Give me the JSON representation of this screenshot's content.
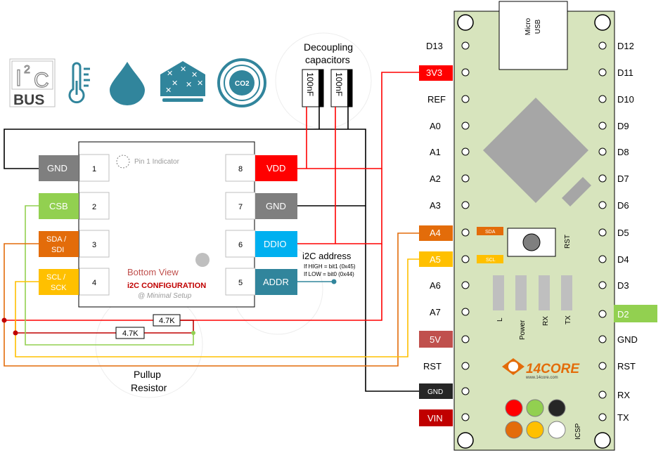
{
  "icons": {
    "i2c_logo": {
      "top": "I",
      "sup": "2",
      "mid": "C",
      "bottom": "BUS"
    },
    "co2_label": "CO2",
    "names": [
      "i2c-bus-icon",
      "thermometer-icon",
      "humidity-drop-icon",
      "air-quality-house-icon",
      "co2-icon"
    ]
  },
  "capacitors": {
    "title_line1": "Decoupling",
    "title_line2": "capacitors",
    "values": [
      "100nF",
      "100nF"
    ]
  },
  "sensor": {
    "pins_left": [
      {
        "num": "1",
        "label": "GND",
        "color": "#7f7f7f"
      },
      {
        "num": "2",
        "label": "CSB",
        "color": "#92d050"
      },
      {
        "num": "3",
        "label_line1": "SDA  /",
        "label_line2": "SDI",
        "color": "#e36c0a"
      },
      {
        "num": "4",
        "label_line1": "SCL  /",
        "label_line2": "SCK",
        "color": "#ffc000"
      }
    ],
    "pins_right": [
      {
        "num": "8",
        "label": "VDD",
        "color": "#ff0000"
      },
      {
        "num": "7",
        "label": "GND",
        "color": "#7f7f7f"
      },
      {
        "num": "6",
        "label": "DDIO",
        "color": "#00b0f0"
      },
      {
        "num": "5",
        "label": "ADDR",
        "color": "#31859c"
      }
    ],
    "pin1_indicator": "Pin 1 Indicator",
    "bottom_view": "Bottom View",
    "config": "i2C CONFIGURATION",
    "setup": "@ Minimal Setup"
  },
  "i2c_address": {
    "title": "i2C address",
    "high": "If HIGH = bit1 (0x45)",
    "low": "If LOW = bit0 (0x44)"
  },
  "resistors": {
    "values": [
      "4.7K",
      "4.7K"
    ],
    "label_line1": "Pullup",
    "label_line2": "Resistor"
  },
  "board": {
    "usb_line1": "Micro",
    "usb_line2": "USB",
    "left_pins": [
      "D13",
      "3V3",
      "REF",
      "A0",
      "A1",
      "A2",
      "A3",
      "A4",
      "A5",
      "A6",
      "A7",
      "5V",
      "RST",
      "GND",
      "VIN"
    ],
    "right_pins": [
      "D12",
      "D11",
      "D10",
      "D9",
      "D8",
      "D7",
      "D6",
      "D5",
      "D4",
      "D3",
      "D2",
      "GND",
      "RST",
      "RX",
      "TX"
    ],
    "sda_tag": "SDA",
    "scl_tag": "SCL",
    "rst_button": "RST",
    "leds": [
      "L",
      "Power",
      "RX",
      "TX"
    ],
    "logo": "14CORE",
    "logo_url": "www.14core.com",
    "icsp": "ICSP"
  },
  "colors": {
    "board": "#d7e4bd",
    "red": "#ff0000",
    "orange": "#e36c0a",
    "yellow": "#ffc000",
    "green": "#92d050",
    "gray": "#7f7f7f",
    "cyan": "#00b0f0",
    "teal": "#31859c",
    "darkred": "#c0504d",
    "maroon": "#c00000",
    "black": "#000000"
  }
}
